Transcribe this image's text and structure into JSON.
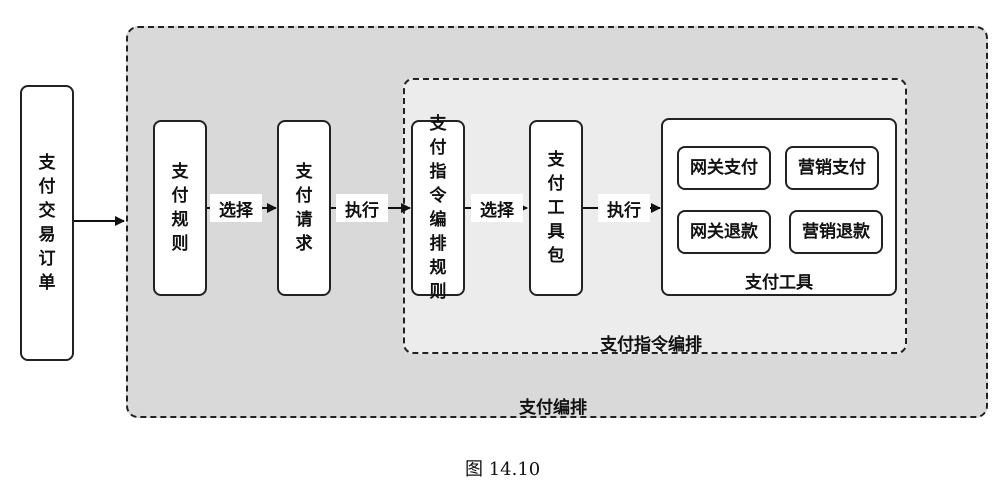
{
  "left_box": {
    "label": "支付交易订单"
  },
  "outer_group": {
    "title": "支付编排"
  },
  "inner_group": {
    "title": "支付指令编排"
  },
  "steps": [
    {
      "label": "支付规则"
    },
    {
      "label": "支付请求"
    },
    {
      "label": "支付指令编排规则"
    },
    {
      "label": "支付工具包"
    }
  ],
  "edges": [
    {
      "label": "选择"
    },
    {
      "label": "执行"
    },
    {
      "label": "选择"
    },
    {
      "label": "执行"
    }
  ],
  "tools": {
    "title": "支付工具",
    "items": [
      "网关支付",
      "营销支付",
      "网关退款",
      "营销退款"
    ]
  },
  "figure_caption": "图 14.10"
}
